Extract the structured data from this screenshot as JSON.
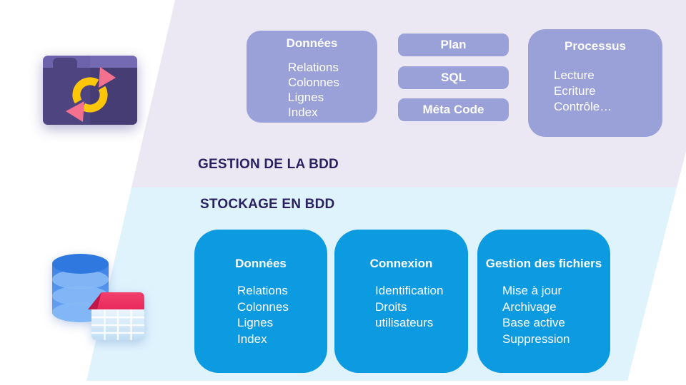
{
  "colors": {
    "management_band": "#ECE8F3",
    "storage_band": "#DFF3FD",
    "management_box": "#99A1D8",
    "storage_box": "#0C9AE1",
    "heading_text": "#2A2160",
    "box_text": "#FFFFFF"
  },
  "icons": {
    "sync_folder": "sync-folder-icon",
    "database_table": "database-table-icon"
  },
  "management": {
    "heading": "GESTION DE LA BDD",
    "donnees": {
      "title": "Données",
      "items": [
        "Relations",
        "Colonnes",
        "Lignes",
        "Index"
      ]
    },
    "pills": [
      "Plan",
      "SQL",
      "Méta Code"
    ],
    "processus": {
      "title": "Processus",
      "items": [
        "Lecture",
        "Ecriture",
        "Contrôle…"
      ]
    }
  },
  "storage": {
    "heading": "STOCKAGE EN BDD",
    "boxes": [
      {
        "title": "Données",
        "items": [
          "Relations",
          "Colonnes",
          "Lignes",
          "Index"
        ]
      },
      {
        "title": "Connexion",
        "items": [
          "Identification",
          "Droits",
          "utilisateurs"
        ]
      },
      {
        "title": "Gestion des fichiers",
        "items": [
          "Mise à jour",
          "Archivage",
          "Base active",
          "Suppression"
        ]
      }
    ]
  }
}
